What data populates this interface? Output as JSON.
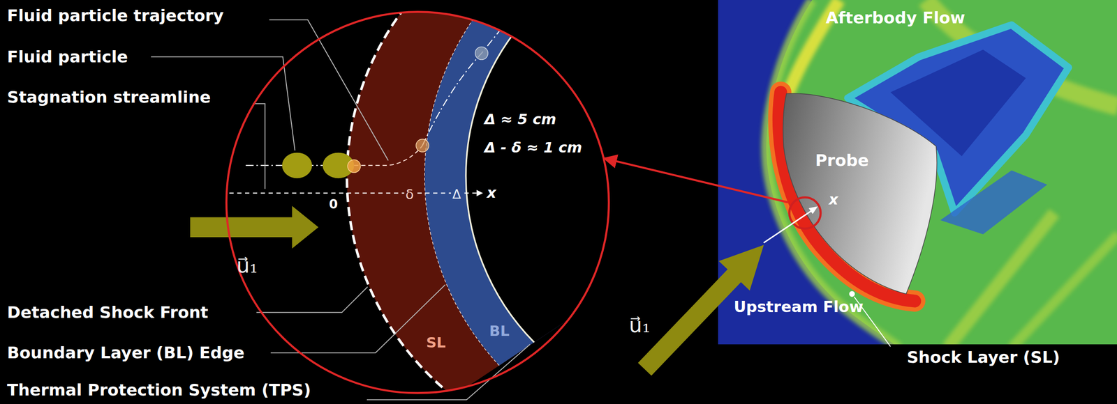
{
  "diagram": {
    "nodes": [
      {
        "text": [
          "Δ ≈ 5 cm",
          "Δ - δ ≈ 1 cm"
        ]
      },
      {
        "text": [
          "SL"
        ],
        "in": 0
      },
      {
        "text": [
          "BL"
        ],
        "in": 0
      },
      {
        "text": [
          "Afterbody Flow",
          "Upstream Flow"
        ]
      },
      {
        "text": [
          "Probe"
        ],
        "in": 3
      }
    ],
    "edges": [
      {
        "from": 4,
        "to": 0,
        "arrow": "to"
      }
    ],
    "labels": [
      "Fluid particle trajectory",
      "Fluid particle",
      "Stagnation streamline",
      "0",
      "δ",
      "Δ",
      "x",
      "u⃗₁",
      "Detached Shock Front",
      "Boundary Layer (BL) Edge",
      "Thermal Protection System (TPS)",
      "x",
      "u⃗₁",
      "Shock Layer (SL)"
    ]
  }
}
